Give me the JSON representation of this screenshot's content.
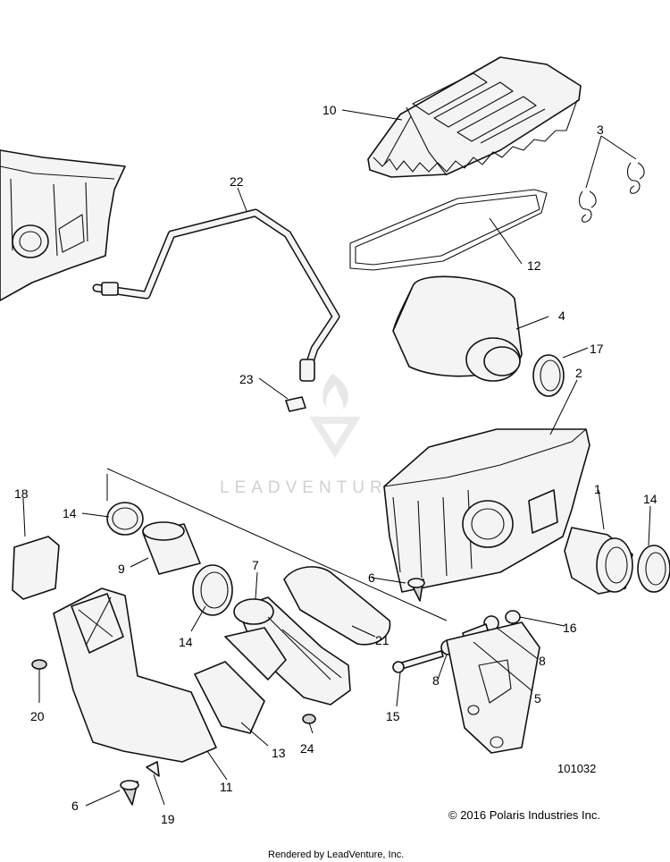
{
  "callouts": [
    {
      "id": "c10",
      "text": "10"
    },
    {
      "id": "c3",
      "text": "3"
    },
    {
      "id": "c22",
      "text": "22"
    },
    {
      "id": "c12",
      "text": "12"
    },
    {
      "id": "c4",
      "text": "4"
    },
    {
      "id": "c17",
      "text": "17"
    },
    {
      "id": "c23",
      "text": "23"
    },
    {
      "id": "c2",
      "text": "2"
    },
    {
      "id": "c18",
      "text": "18"
    },
    {
      "id": "c14a",
      "text": "14"
    },
    {
      "id": "c1",
      "text": "1"
    },
    {
      "id": "c14b",
      "text": "14"
    },
    {
      "id": "c9",
      "text": "9"
    },
    {
      "id": "c7",
      "text": "7"
    },
    {
      "id": "c6a",
      "text": "6"
    },
    {
      "id": "c14c",
      "text": "14"
    },
    {
      "id": "c16",
      "text": "16"
    },
    {
      "id": "c21",
      "text": "21"
    },
    {
      "id": "c8a",
      "text": "8"
    },
    {
      "id": "c20",
      "text": "20"
    },
    {
      "id": "c8b",
      "text": "8"
    },
    {
      "id": "c5",
      "text": "5"
    },
    {
      "id": "c15",
      "text": "15"
    },
    {
      "id": "c13",
      "text": "13"
    },
    {
      "id": "c24",
      "text": "24"
    },
    {
      "id": "c11",
      "text": "11"
    },
    {
      "id": "c6b",
      "text": "6"
    },
    {
      "id": "c19",
      "text": "19"
    }
  ],
  "watermark": "LEADVENTURE",
  "reference_number": "101032",
  "copyright": "© 2016 Polaris Industries Inc.",
  "footer": "Rendered by LeadVenture, Inc."
}
